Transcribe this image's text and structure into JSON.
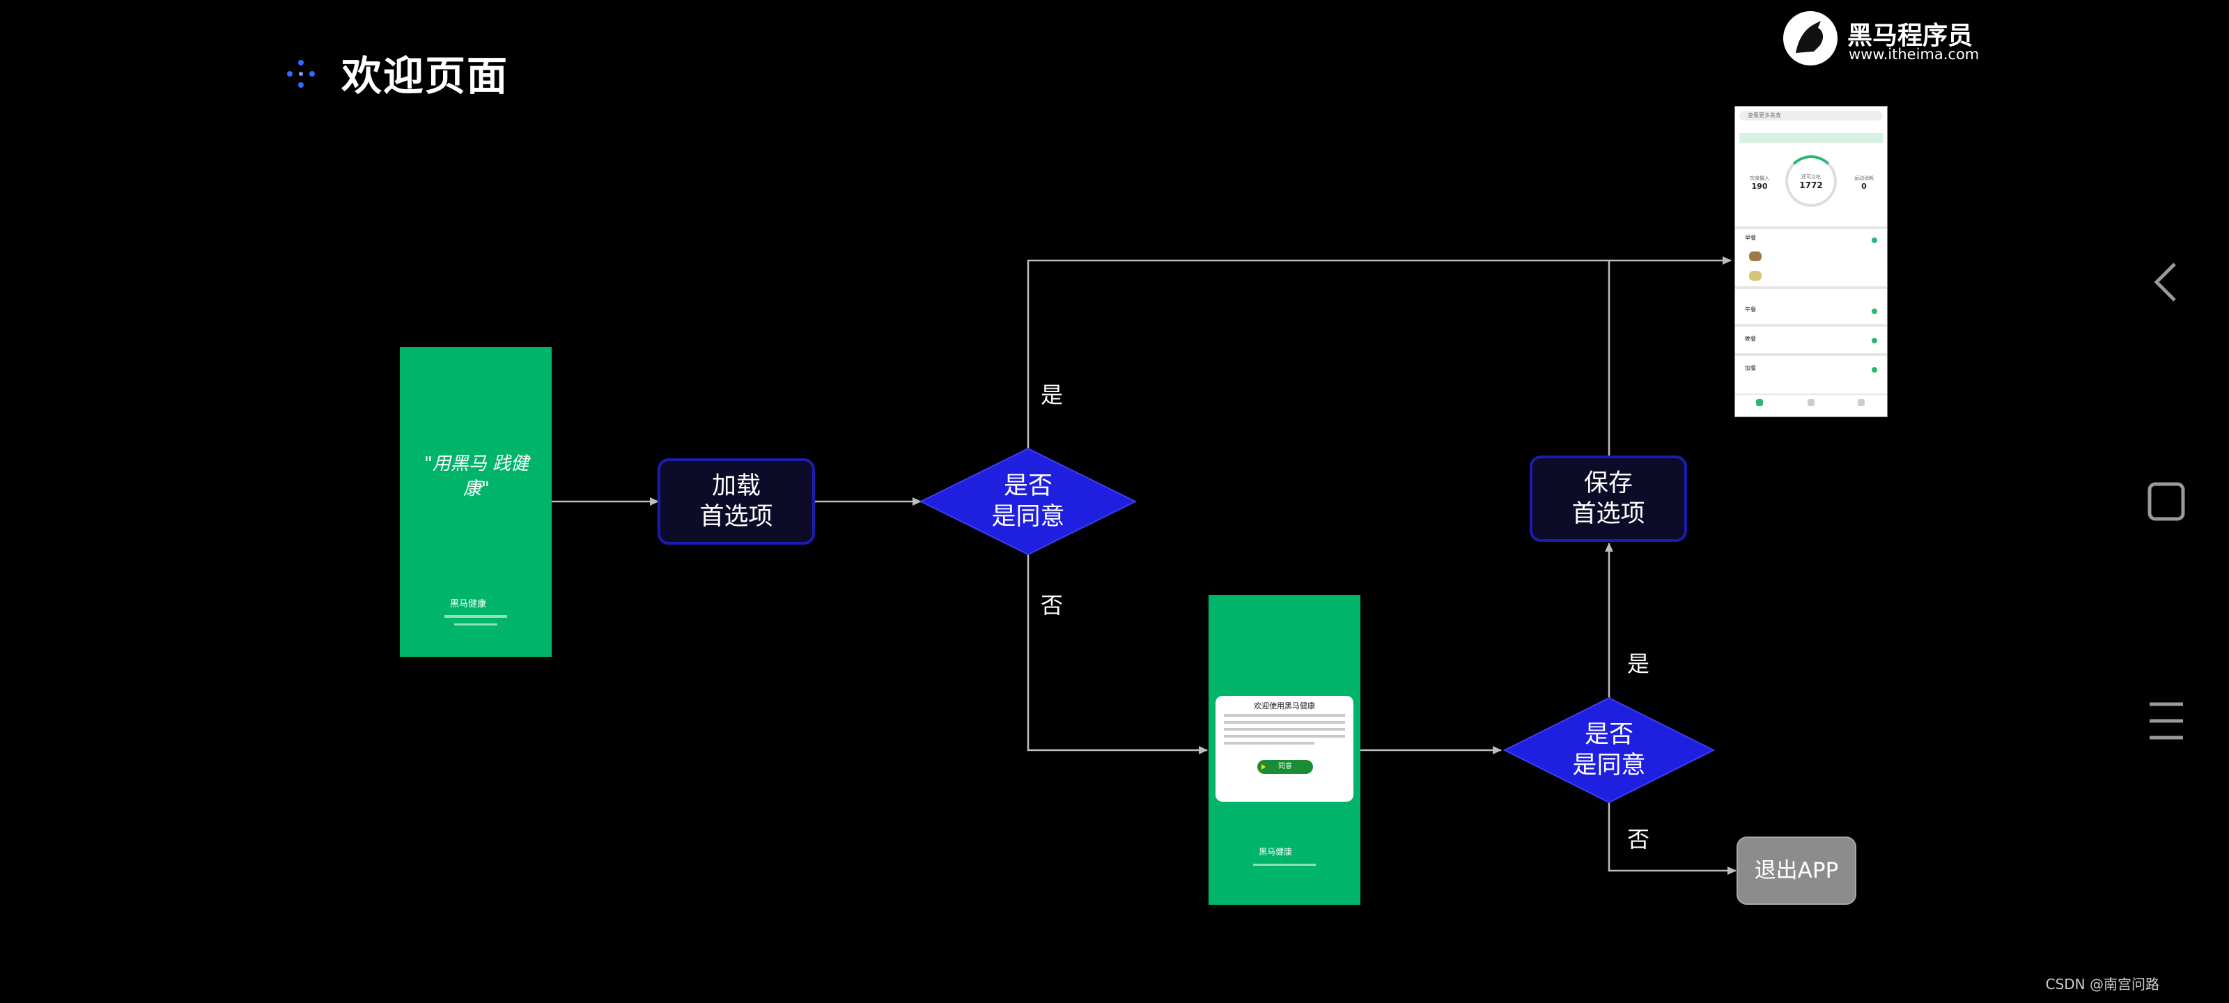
{
  "page": {
    "title": "欢迎页面",
    "title_icon": "sparkle-icon"
  },
  "logo": {
    "name": "黑马程序员",
    "url": "www.itheima.com",
    "icon": "horse-logo-icon"
  },
  "flow": {
    "load_prefs": [
      "加载",
      "首选项"
    ],
    "decision1": [
      "是否",
      "是同意"
    ],
    "decision2": [
      "是否",
      "是同意"
    ],
    "save_prefs": [
      "保存",
      "首选项"
    ],
    "exit_app": "退出APP",
    "yes": "是",
    "no": "否"
  },
  "splash": {
    "slogan": "\"用黑马 践健康\"",
    "app_name": "黑马健康"
  },
  "welcome_dialog": {
    "title": "欢迎使用黑马健康",
    "agree": "同意",
    "app_name": "黑马健康"
  },
  "home": {
    "header": "查看更多美食",
    "stats": [
      {
        "label": "饮食摄入",
        "value": "190"
      },
      {
        "label": "还可以吃",
        "value": "1772"
      },
      {
        "label": "运动消耗",
        "value": "0"
      }
    ],
    "meals": [
      "早餐",
      "午餐",
      "晚餐",
      "加餐"
    ]
  },
  "system_nav": {
    "back_icon": "back-icon",
    "home_icon": "home-square-icon",
    "menu_icon": "menu-lines-icon"
  },
  "watermark": "CSDN @南宫问路",
  "colors": {
    "background": "#000000",
    "node_fill": "#0c0c28",
    "node_border": "#1c1cb0",
    "diamond_fill": "#1f1fe0",
    "app_green": "#00b46a",
    "exit_gray": "#8c8c8c"
  }
}
